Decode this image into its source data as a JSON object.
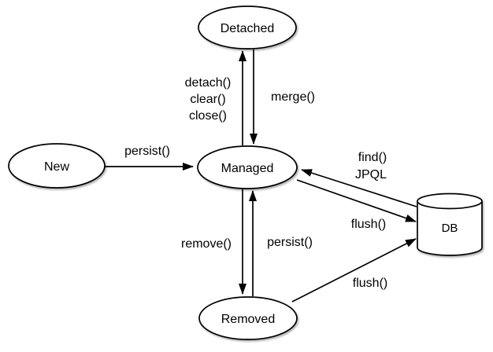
{
  "diagram": {
    "description": "JPA entity lifecycle state diagram",
    "background_color": "#ffffff",
    "stroke_color": "#000000",
    "nodes": {
      "new": {
        "label": "New",
        "shape": "ellipse"
      },
      "detached": {
        "label": "Detached",
        "shape": "ellipse"
      },
      "managed": {
        "label": "Managed",
        "shape": "ellipse"
      },
      "removed": {
        "label": "Removed",
        "shape": "ellipse"
      },
      "db": {
        "label": "DB",
        "shape": "cylinder"
      }
    },
    "edges": [
      {
        "from": "new",
        "to": "managed",
        "label": "persist()"
      },
      {
        "from": "managed",
        "to": "detached",
        "label": "detach() clear() close()"
      },
      {
        "from": "detached",
        "to": "managed",
        "label": "merge()"
      },
      {
        "from": "db",
        "to": "managed",
        "label": "find() JPQL"
      },
      {
        "from": "managed",
        "to": "db",
        "label": "flush()"
      },
      {
        "from": "managed",
        "to": "removed",
        "label": "remove()"
      },
      {
        "from": "removed",
        "to": "managed",
        "label": "persist()"
      },
      {
        "from": "removed",
        "to": "db",
        "label": "flush()"
      }
    ],
    "edge_labels": {
      "persist_new_managed": "persist()",
      "detach": "detach()",
      "clear": "clear()",
      "close": "close()",
      "merge": "merge()",
      "find": "find()",
      "jpql": "JPQL",
      "flush_managed_db": "flush()",
      "remove": "remove()",
      "persist_removed_managed": "persist()",
      "flush_removed_db": "flush()"
    }
  }
}
